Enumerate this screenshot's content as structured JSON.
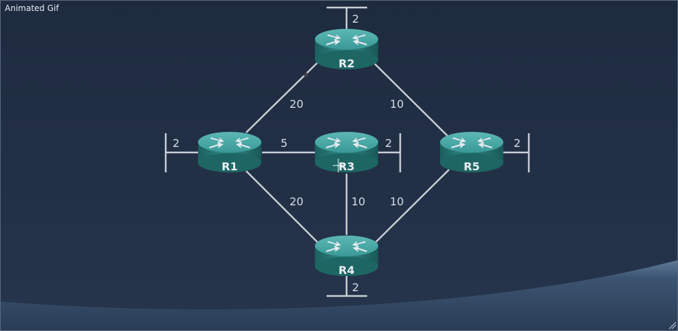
{
  "caption": "Animated Gif",
  "routers": [
    {
      "id": "r1",
      "name": "R1"
    },
    {
      "id": "r2",
      "name": "R2"
    },
    {
      "id": "r3",
      "name": "R3"
    },
    {
      "id": "r4",
      "name": "R4"
    },
    {
      "id": "r5",
      "name": "R5"
    }
  ],
  "links": [
    {
      "id": "r1-r2",
      "cost": "20"
    },
    {
      "id": "r2-r5",
      "cost": "10"
    },
    {
      "id": "r1-r3",
      "cost": "5"
    },
    {
      "id": "r1-r4",
      "cost": "20"
    },
    {
      "id": "r3-r4",
      "cost": "10"
    },
    {
      "id": "r4-r5",
      "cost": "10"
    }
  ],
  "stubs": [
    {
      "id": "r1-lan",
      "cost": "2"
    },
    {
      "id": "r2-lan",
      "cost": "2"
    },
    {
      "id": "r3-lan",
      "cost": "2"
    },
    {
      "id": "r4-lan",
      "cost": "2"
    },
    {
      "id": "r5-lan",
      "cost": "2"
    }
  ],
  "colors": {
    "router_top": "#3f9f9c",
    "router_side": "#1f6f6d",
    "link": "#c9ced6",
    "background": "#223046"
  }
}
